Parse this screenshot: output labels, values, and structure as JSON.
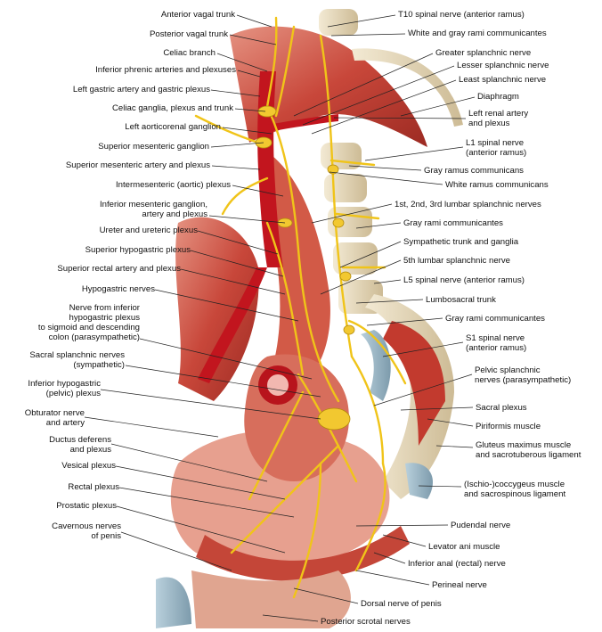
{
  "left_labels": [
    {
      "id": "anterior-vagal-trunk",
      "lines": [
        "Anterior vagal trunk"
      ]
    },
    {
      "id": "posterior-vagal-trunk",
      "lines": [
        "Posterior vagal trunk"
      ]
    },
    {
      "id": "celiac-branch",
      "lines": [
        "Celiac branch"
      ]
    },
    {
      "id": "inferior-phrenic-arteries",
      "lines": [
        "Inferior phrenic arteries and plexuses"
      ]
    },
    {
      "id": "left-gastric-artery",
      "lines": [
        "Left gastric artery and gastric plexus"
      ]
    },
    {
      "id": "celiac-ganglia",
      "lines": [
        "Celiac ganglia, plexus and trunk"
      ]
    },
    {
      "id": "left-aorticorenal-ganglion",
      "lines": [
        "Left aorticorenal ganglion"
      ]
    },
    {
      "id": "superior-mesenteric-ganglion",
      "lines": [
        "Superior mesenteric ganglion"
      ]
    },
    {
      "id": "superior-mesenteric-artery",
      "lines": [
        "Superior mesenteric artery and plexus"
      ]
    },
    {
      "id": "intermesenteric-plexus",
      "lines": [
        "Intermesenteric (aortic) plexus"
      ]
    },
    {
      "id": "inferior-mesenteric-ganglion",
      "lines": [
        "Inferior mesenteric ganglion,",
        "artery and plexus"
      ]
    },
    {
      "id": "ureter-plexus",
      "lines": [
        "Ureter and ureteric plexus"
      ]
    },
    {
      "id": "superior-hypogastric-plexus",
      "lines": [
        "Superior hypogastric plexus"
      ]
    },
    {
      "id": "superior-rectal-artery",
      "lines": [
        "Superior rectal artery and plexus"
      ]
    },
    {
      "id": "hypogastric-nerves",
      "lines": [
        "Hypogastric nerves"
      ]
    },
    {
      "id": "nerve-from-inferior-hypogastric",
      "lines": [
        "Nerve from inferior",
        "hypogastric plexus",
        "to sigmoid and descending",
        "colon (parasympathetic)"
      ]
    },
    {
      "id": "sacral-splanchnic-nerves",
      "lines": [
        "Sacral splanchnic nerves",
        "(sympathetic)"
      ]
    },
    {
      "id": "inferior-hypogastric-plexus",
      "lines": [
        "Inferior hypogastric",
        "(pelvic) plexus"
      ]
    },
    {
      "id": "obturator-nerve",
      "lines": [
        "Obturator nerve",
        "and artery"
      ]
    },
    {
      "id": "ductus-deferens",
      "lines": [
        "Ductus deferens",
        "and plexus"
      ]
    },
    {
      "id": "vesical-plexus",
      "lines": [
        "Vesical plexus"
      ]
    },
    {
      "id": "rectal-plexus",
      "lines": [
        "Rectal plexus"
      ]
    },
    {
      "id": "prostatic-plexus",
      "lines": [
        "Prostatic plexus"
      ]
    },
    {
      "id": "cavernous-nerves",
      "lines": [
        "Cavernous nerves",
        "of penis"
      ]
    }
  ],
  "right_labels": [
    {
      "id": "t10-spinal-nerve",
      "lines": [
        "T10 spinal nerve (anterior ramus)"
      ]
    },
    {
      "id": "white-gray-rami",
      "lines": [
        "White and gray rami communicantes"
      ]
    },
    {
      "id": "greater-splanchnic",
      "lines": [
        "Greater splanchnic nerve"
      ]
    },
    {
      "id": "lesser-splanchnic",
      "lines": [
        "Lesser splanchnic nerve"
      ]
    },
    {
      "id": "least-splanchnic",
      "lines": [
        "Least splanchnic nerve"
      ]
    },
    {
      "id": "diaphragm",
      "lines": [
        "Diaphragm"
      ]
    },
    {
      "id": "left-renal-artery",
      "lines": [
        "Left renal artery",
        "and plexus"
      ]
    },
    {
      "id": "l1-spinal-nerve",
      "lines": [
        "L1 spinal nerve",
        "(anterior ramus)"
      ]
    },
    {
      "id": "gray-ramus-communicans",
      "lines": [
        "Gray ramus communicans"
      ]
    },
    {
      "id": "white-ramus-communicans",
      "lines": [
        "White ramus communicans"
      ]
    },
    {
      "id": "lumbar-splanchnic-123",
      "lines": [
        "1st, 2nd, 3rd lumbar splanchnic nerves"
      ]
    },
    {
      "id": "gray-rami-communicantes-1",
      "lines": [
        "Gray rami communicantes"
      ]
    },
    {
      "id": "sympathetic-trunk",
      "lines": [
        "Sympathetic trunk and ganglia"
      ]
    },
    {
      "id": "fifth-lumbar-splanchnic",
      "lines": [
        "5th lumbar splanchnic nerve"
      ]
    },
    {
      "id": "l5-spinal-nerve",
      "lines": [
        "L5 spinal nerve (anterior ramus)"
      ]
    },
    {
      "id": "lumbosacral-trunk",
      "lines": [
        "Lumbosacral trunk"
      ]
    },
    {
      "id": "gray-rami-communicantes-2",
      "lines": [
        "Gray rami communicantes"
      ]
    },
    {
      "id": "s1-spinal-nerve",
      "lines": [
        "S1 spinal nerve",
        "(anterior ramus)"
      ]
    },
    {
      "id": "pelvic-splanchnic",
      "lines": [
        "Pelvic splanchnic",
        "nerves (parasympathetic)"
      ]
    },
    {
      "id": "sacral-plexus",
      "lines": [
        "Sacral plexus"
      ]
    },
    {
      "id": "piriformis-muscle",
      "lines": [
        "Piriformis muscle"
      ]
    },
    {
      "id": "gluteus-maximus",
      "lines": [
        "Gluteus maximus muscle",
        "and sacrotuberous ligament"
      ]
    },
    {
      "id": "coccygeus-muscle",
      "lines": [
        "(Ischio-)coccygeus muscle",
        "and sacrospinous ligament"
      ]
    },
    {
      "id": "pudendal-nerve",
      "lines": [
        "Pudendal nerve"
      ]
    },
    {
      "id": "levator-ani",
      "lines": [
        "Levator ani muscle"
      ]
    },
    {
      "id": "inferior-anal-nerve",
      "lines": [
        "Inferior anal (rectal) nerve"
      ]
    },
    {
      "id": "perineal-nerve",
      "lines": [
        "Perineal nerve"
      ]
    },
    {
      "id": "dorsal-nerve-penis",
      "lines": [
        "Dorsal nerve of penis"
      ]
    },
    {
      "id": "posterior-scrotal",
      "lines": [
        "Posterior scrotal nerves"
      ]
    }
  ],
  "colors": {
    "muscle": "#c0392b",
    "muscle_light": "#e8867a",
    "nerve": "#f0c419",
    "artery": "#b8141c",
    "bone": "#e8dcc0",
    "leader": "#222222"
  }
}
